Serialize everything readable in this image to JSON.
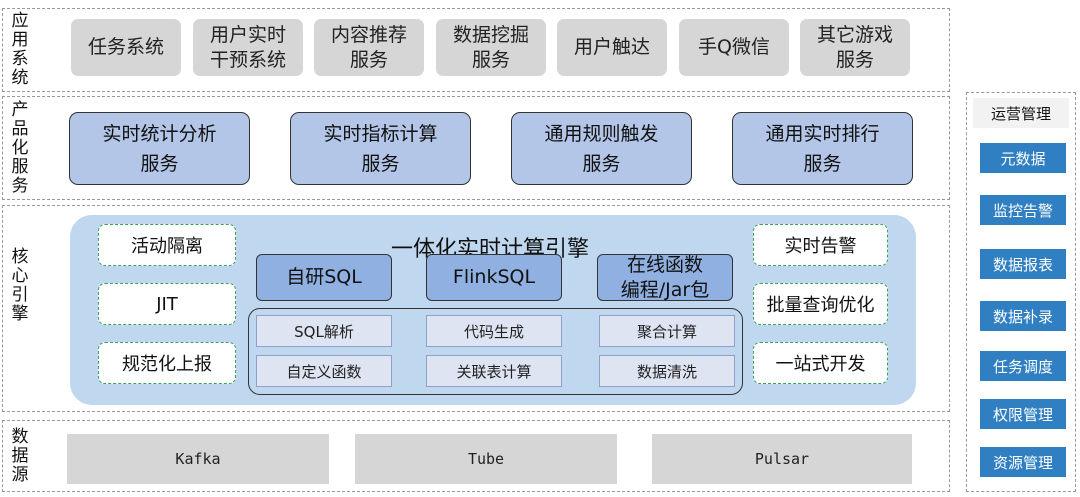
{
  "layers": {
    "app": {
      "label": "应用系统",
      "items": [
        "任务系统",
        "用户实时\n干预系统",
        "内容推荐\n服务",
        "数据挖掘\n服务",
        "用户触达",
        "手Q微信",
        "其它游戏\n服务"
      ]
    },
    "product": {
      "label": "产品化服务",
      "items": [
        "实时统计分析\n服务",
        "实时指标计算\n服务",
        "通用规则触发\n服务",
        "通用实时排行\n服务"
      ]
    },
    "core": {
      "label": "核心引擎",
      "engine_title": "一体化实时计算引擎",
      "left": [
        "活动隔离",
        "JIT",
        "规范化上报"
      ],
      "right": [
        "实时告警",
        "批量查询优化",
        "一站式开发"
      ],
      "middle": [
        "自研SQL",
        "FlinkSQL",
        "在线函数\n编程/Jar包"
      ],
      "inner_rows": [
        [
          "SQL解析",
          "代码生成",
          "聚合计算"
        ],
        [
          "自定义函数",
          "关联表计算",
          "数据清洗"
        ]
      ]
    },
    "source": {
      "label": "数据源",
      "items": [
        "Kafka",
        "Tube",
        "Pulsar"
      ]
    }
  },
  "ops": {
    "title": "运营管理",
    "items": [
      "元数据",
      "监控告警",
      "数据报表",
      "数据补录",
      "任务调度",
      "权限管理",
      "资源管理"
    ]
  }
}
